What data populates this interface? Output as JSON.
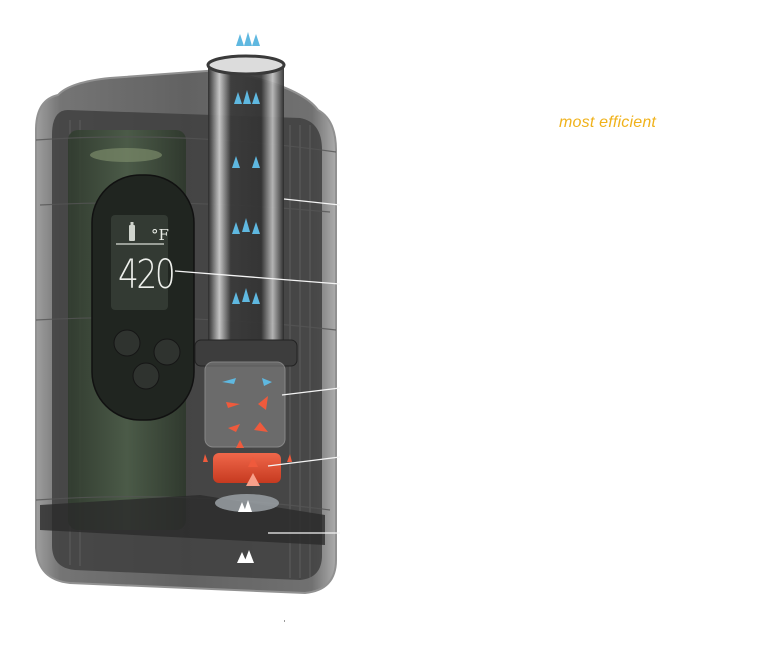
{
  "tagline": {
    "text": "most efficient",
    "color": "#f0b21b"
  },
  "device": {
    "name": "portable vaporizer cutaway",
    "display": {
      "battery_icon": "battery-icon",
      "unit": "°F",
      "temperature": "420"
    },
    "buttons": [
      "minus-button",
      "plus-button",
      "power-button"
    ],
    "airflow": {
      "cool_arrow_color": "#5fb8e0",
      "hot_arrow_color": "#ef5a3c",
      "intake_arrow_color": "#ffffff"
    },
    "heater_color": "#e0482b"
  },
  "callouts": [
    {
      "name": "callout-glass-stem"
    },
    {
      "name": "callout-display"
    },
    {
      "name": "callout-chamber"
    },
    {
      "name": "callout-heater"
    },
    {
      "name": "callout-air-intake"
    }
  ]
}
